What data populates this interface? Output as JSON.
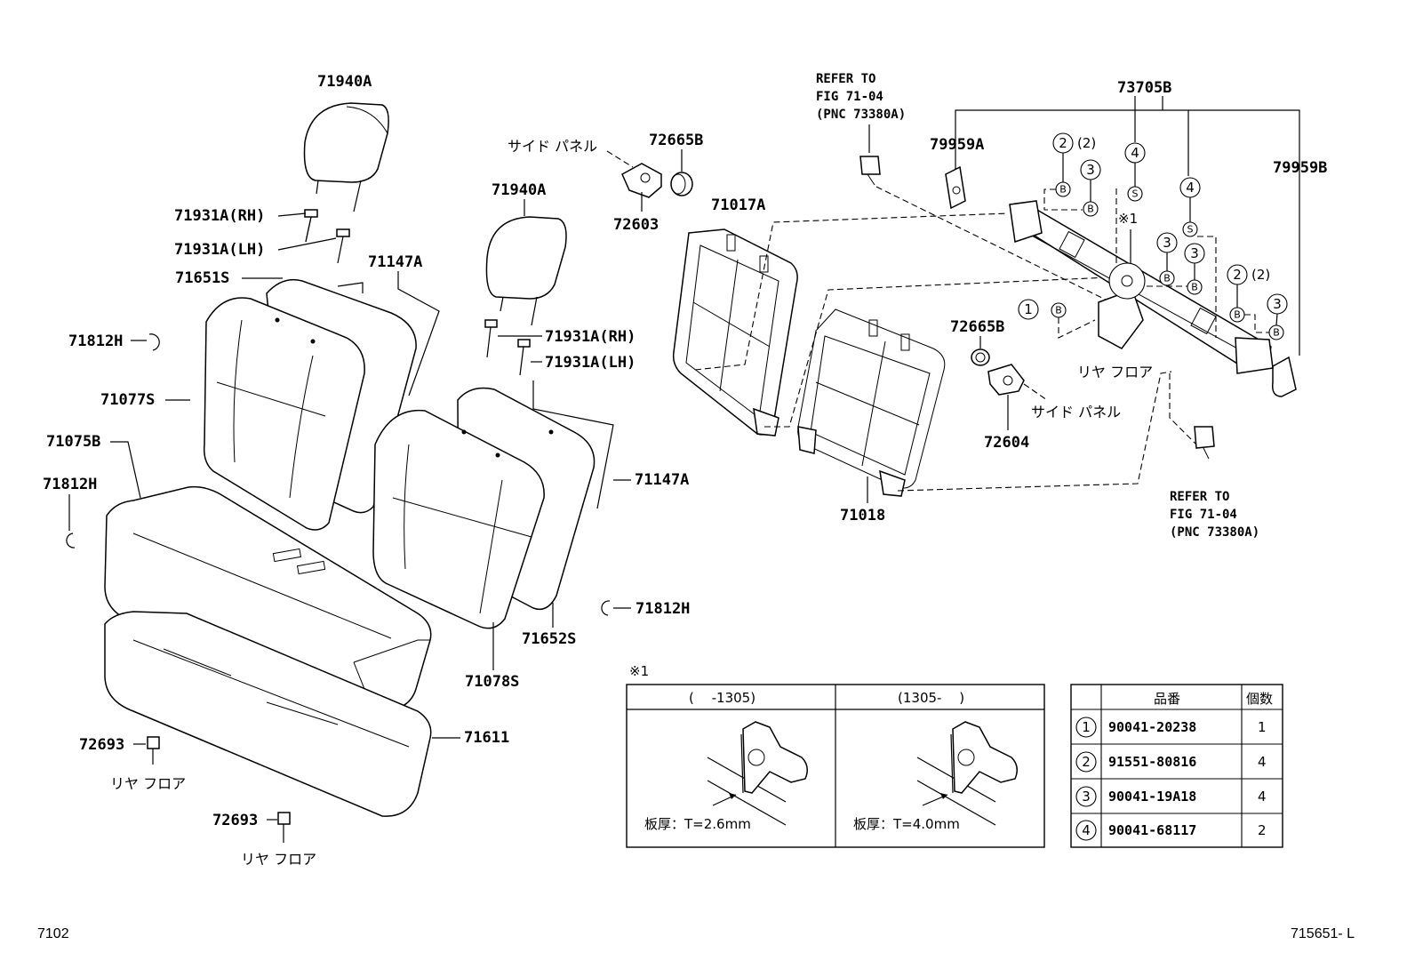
{
  "labels": {
    "headrest_left": "71940A",
    "headrest_right": "71940A",
    "support_rh_left": "71931A(RH)",
    "support_lh_left": "71931A(LH)",
    "support_rh_right": "71931A(RH)",
    "support_lh_right": "71931A(LH)",
    "cover_back_left": "71651S",
    "pad_left": "71147A",
    "pad_right": "71147A",
    "ring_top": "71812H",
    "ring_mid": "71812H",
    "ring_right": "71812H",
    "back_left": "71077S",
    "cushion_cover": "71075B",
    "back_right": "71078S",
    "cover_back_right": "71652S",
    "cushion_frame": "71611",
    "hook_1": "72693",
    "hook_2": "72693",
    "rear_floor_1": "リヤ フロア",
    "rear_floor_2": "リヤ フロア",
    "side_panel_1": "サイド パネル",
    "cap_1": "72665B",
    "hinge_1": "72603",
    "frame_left": "71017A",
    "frame_right": "71018",
    "cap_2": "72665B",
    "hinge_2": "72604",
    "side_panel_2": "サイド パネル",
    "rear_floor_3": "リヤ フロア",
    "refer_top": [
      "REFER TO",
      "FIG 71-04",
      "(PNC 73380A)"
    ],
    "refer_bottom": [
      "REFER TO",
      "FIG 71-04",
      "(PNC 73380A)"
    ],
    "bracket_a": "79959A",
    "bracket_b": "79959B",
    "assy": "73705B",
    "note_mark": "※1"
  },
  "callouts": {
    "c1": "1",
    "c2": "2",
    "c3": "3",
    "c4": "4",
    "qty2": "(2)",
    "b": "B",
    "s": "S"
  },
  "inset": {
    "mark": "※1",
    "left_header": "(　 -1305)",
    "right_header": "(1305-　 )",
    "left_note": "板厚：T=2.6mm",
    "right_note": "板厚：T=4.0mm"
  },
  "parts_table": {
    "headers": [
      "品番",
      "個数"
    ],
    "rows": [
      {
        "no": "1",
        "part": "90041-20238",
        "qty": "1"
      },
      {
        "no": "2",
        "part": "91551-80816",
        "qty": "4"
      },
      {
        "no": "3",
        "part": "90041-19A18",
        "qty": "4"
      },
      {
        "no": "4",
        "part": "90041-68117",
        "qty": "2"
      }
    ]
  },
  "footer": {
    "left": "7102",
    "right": "715651- L"
  }
}
